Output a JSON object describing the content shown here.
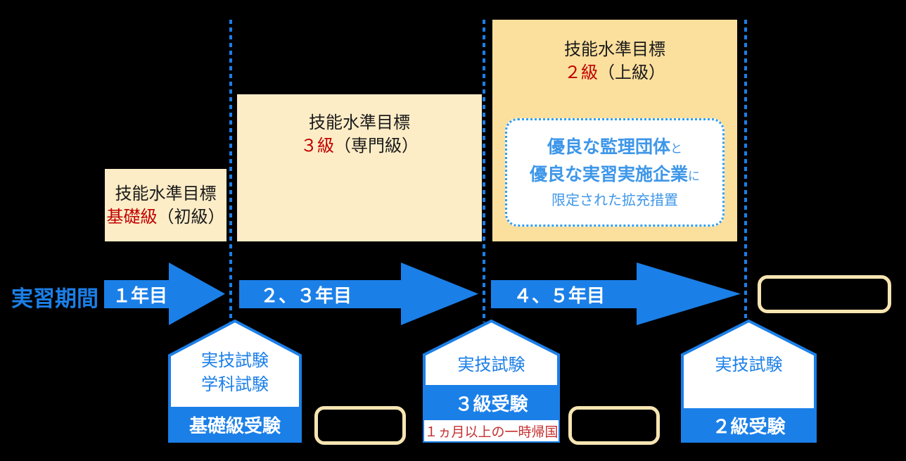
{
  "colors": {
    "arrow_blue": "#1b7fe8",
    "cream_light": "#fdedc7",
    "cream_dark": "#fbdf9d",
    "cream_border": "#f7e5b2",
    "grade_red": "#c00000",
    "note_red": "#c62f2f",
    "highlight_blue": "#3e97e9"
  },
  "phase_boxes": [
    {
      "title": "技能水準目標",
      "grade": "基礎級",
      "suffix": "（初級）"
    },
    {
      "title": "技能水準目標",
      "grade": "３級",
      "suffix": "（専門級）"
    },
    {
      "title": "技能水準目標",
      "grade": "２級",
      "suffix": "（上級）"
    }
  ],
  "highlight_box": {
    "line1_bold": "優良な監理団体",
    "line1_particle": "と",
    "line2_bold": "優良な実習実施企業",
    "line2_particle": "に",
    "line3": "限定された拡充措置"
  },
  "timeline": {
    "label": "実習期間",
    "arrows": [
      {
        "label": "１年目"
      },
      {
        "label": "２、３年目"
      },
      {
        "label": "４、５年目"
      }
    ]
  },
  "exam_houses": [
    {
      "line1": "実技試験",
      "line2": "学科試験",
      "band": "基礎級受験",
      "note": ""
    },
    {
      "line1": "実技試験",
      "line2": "",
      "band": "３級受験",
      "note": "１ヵ月以上の一時帰国"
    },
    {
      "line1": "実技試験",
      "line2": "",
      "band": "２級受験",
      "note": ""
    }
  ]
}
